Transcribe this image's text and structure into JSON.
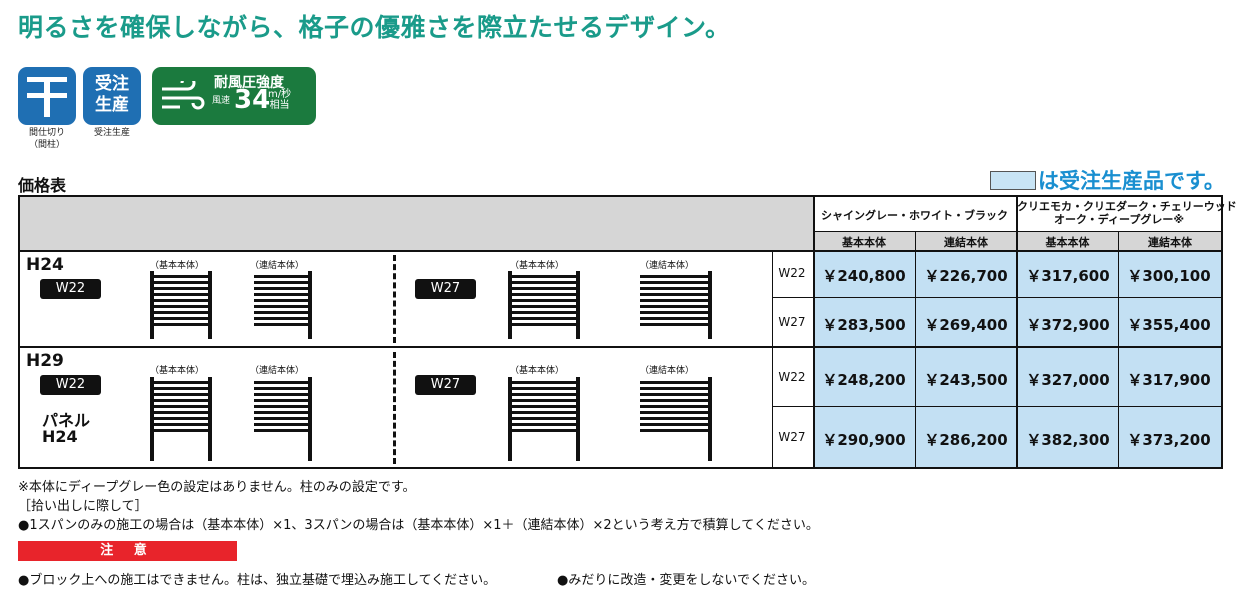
{
  "headline": "明るさを確保しながら、格子の優雅さを際立たせるデザイン。",
  "icons": {
    "partition": {
      "name": "partition-post-icon",
      "caption1": "間仕切り",
      "caption2": "（間柱）"
    },
    "order": {
      "label1": "受注",
      "label2": "生産",
      "caption": "受注生産"
    },
    "wind": {
      "title": "耐風圧強度",
      "speed_label": "風速",
      "value": "34",
      "unit_top": "m/秒",
      "unit_bottom": "相当"
    }
  },
  "price_table": {
    "title": "価格表",
    "legend_text": "は受注生産品です。",
    "col_groups": [
      {
        "label": "シャイングレー・ホワイト・ブラック"
      },
      {
        "label1": "クリエモカ・クリエダーク・チェリーウッド",
        "label2": "オーク・ディープグレー※"
      }
    ],
    "sub_cols": [
      "基本本体",
      "連結本体",
      "基本本体",
      "連結本体"
    ],
    "panel_labels": {
      "basic": "（基本本体）",
      "linked": "（連結本体）"
    },
    "rows": [
      {
        "height": "H24",
        "extra1": "",
        "extra2": "",
        "w_left": "W22",
        "w_right": "W27",
        "prices": [
          {
            "w": "W22",
            "values": [
              "￥240,800",
              "￥226,700",
              "￥317,600",
              "￥300,100"
            ]
          },
          {
            "w": "W27",
            "values": [
              "￥283,500",
              "￥269,400",
              "￥372,900",
              "￥355,400"
            ]
          }
        ]
      },
      {
        "height": "H29",
        "extra1": "パネル",
        "extra2": "H24",
        "w_left": "W22",
        "w_right": "W27",
        "prices": [
          {
            "w": "W22",
            "values": [
              "￥248,200",
              "￥243,500",
              "￥327,000",
              "￥317,900"
            ]
          },
          {
            "w": "W27",
            "values": [
              "￥290,900",
              "￥286,200",
              "￥382,300",
              "￥373,200"
            ]
          }
        ]
      }
    ]
  },
  "notes": {
    "note1": "※本体にディープグレー色の設定はありません。柱のみの設定です。",
    "note2": "［拾い出しに際して］",
    "note3": "●1スパンのみの施工の場合は（基本本体）×1、3スパンの場合は（基本本体）×1＋（連結本体）×2という考え方で積算してください。",
    "caution_label": "注 意",
    "caution1": "●ブロック上への施工はできません。柱は、独立基礎で埋込み施工してください。",
    "caution2": "●みだりに改造・変更をしないでください。"
  },
  "colors": {
    "headline": "#1a9b8a",
    "icon_blue": "#1f6fb3",
    "wind_green": "#1b7a3e",
    "price_cell": "#c3e0f3",
    "legend_text": "#1a8fd0",
    "caution": "#e8242b"
  }
}
